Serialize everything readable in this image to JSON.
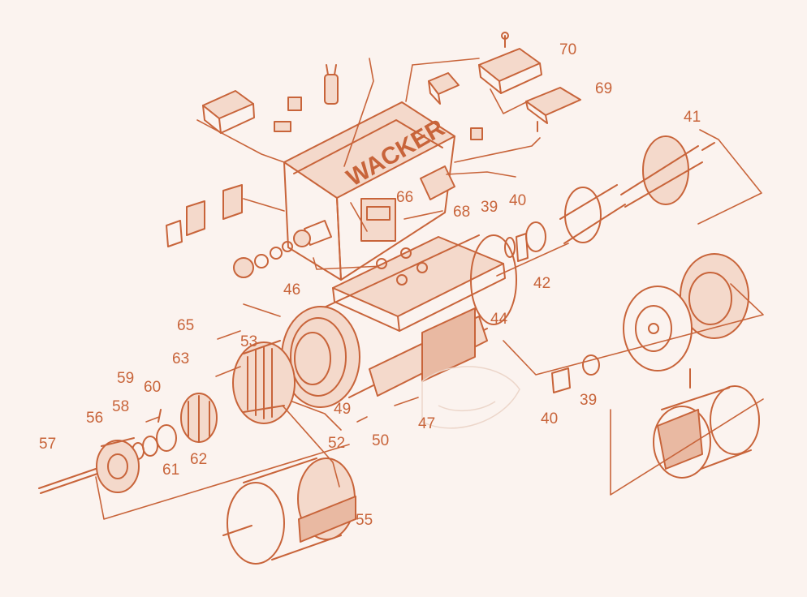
{
  "colors": {
    "ink": "#c8643a",
    "paper": "#fbf3ef",
    "fill_light": "#f4d9cb"
  },
  "brand": "WACKER",
  "part_labels": [
    "70",
    "69",
    "41",
    "66",
    "68",
    "39",
    "40",
    "42",
    "46",
    "44",
    "65",
    "53",
    "63",
    "59",
    "60",
    "58",
    "56",
    "57",
    "61",
    "62",
    "49",
    "52",
    "47",
    "50",
    "40",
    "39",
    "55"
  ]
}
